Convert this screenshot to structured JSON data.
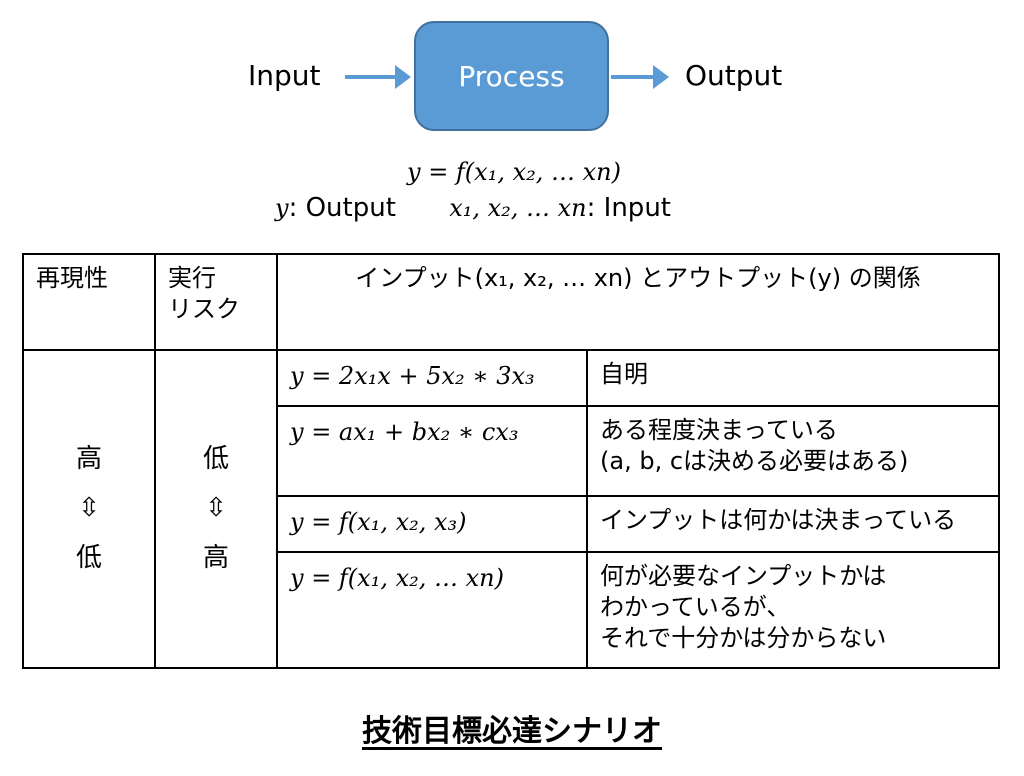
{
  "flow": {
    "input_label": "Input",
    "process_label": "Process",
    "output_label": "Output",
    "box_color": "#5b9bd5",
    "arrow_color": "#5b9bd5"
  },
  "formula": {
    "main": "y = f(x₁, x₂, … xn)",
    "legend_y_var": "y",
    "legend_y_text": ": Output",
    "legend_x_vars": "x₁, x₂, … xn",
    "legend_x_text": ": Input"
  },
  "table": {
    "header": {
      "reproducibility": "再現性",
      "risk_line1": "実行",
      "risk_line2": "リスク",
      "relation": "インプット(x₁, x₂, … xn) とアウトプット(y) の関係"
    },
    "reproducibility_levels": [
      "高",
      "⇳",
      "低"
    ],
    "risk_levels": [
      "低",
      "⇳",
      "高"
    ],
    "rows": [
      {
        "equation": "y = 2x₁x + 5x₂ ∗ 3x₃",
        "description": [
          "自明"
        ]
      },
      {
        "equation": "y = ax₁ + bx₂ ∗ cx₃",
        "description": [
          "ある程度決まっている",
          "(a, b, cは決める必要はある)"
        ]
      },
      {
        "equation": "y = f(x₁, x₂, x₃)",
        "description": [
          "インプットは何かは決まっている"
        ]
      },
      {
        "equation": "y = f(x₁, x₂, … xn)",
        "description": [
          "何が必要なインプットかは",
          "わかっているが、",
          "それで十分かは分からない"
        ]
      }
    ]
  },
  "title": "技術目標必達シナリオ"
}
